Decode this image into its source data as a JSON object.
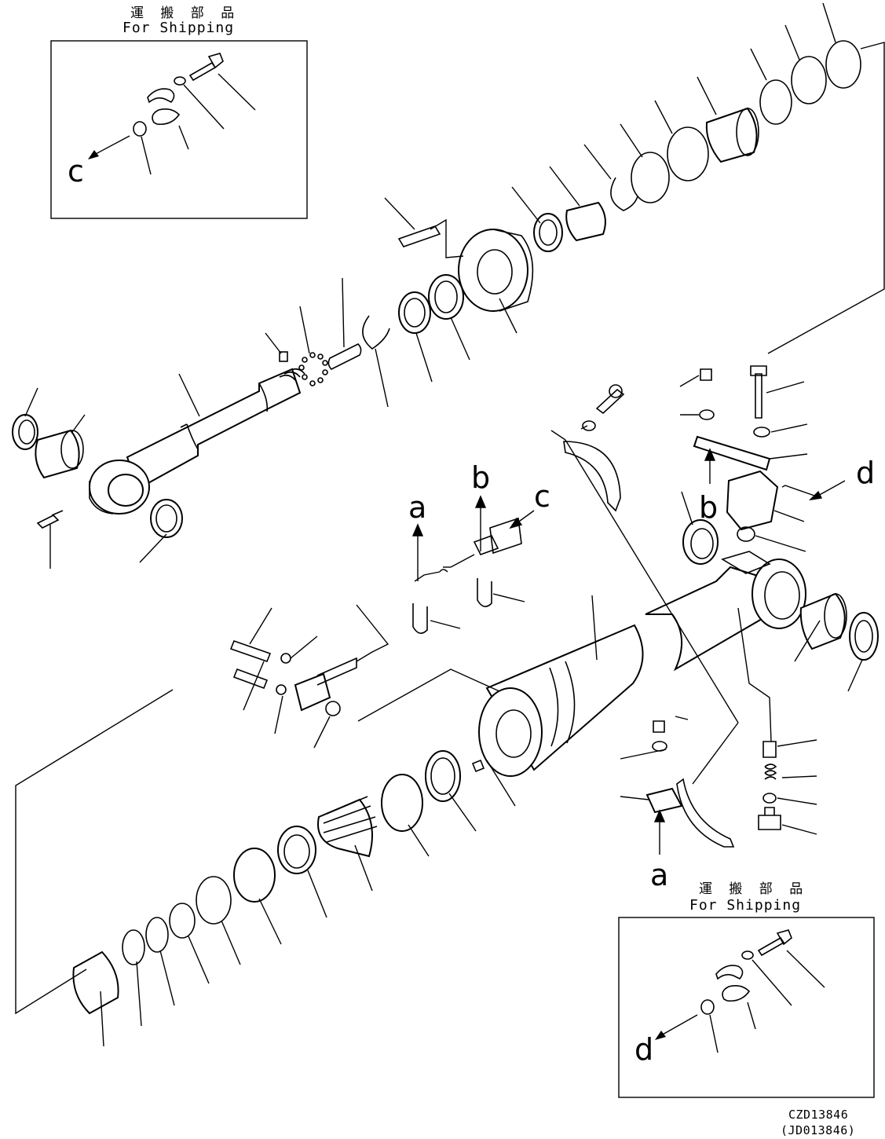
{
  "shipping_box_top": {
    "title_jp": "運 搬 部 品",
    "title_en": "For Shipping",
    "arrow_label": "c"
  },
  "shipping_box_bottom": {
    "title_jp": "運 搬 部 品",
    "title_en": "For Shipping",
    "arrow_label": "d"
  },
  "reference_labels": {
    "a_upper": "a",
    "b_upper": "b",
    "c_upper": "c",
    "b_mid": "b",
    "d_right": "d",
    "a_lower": "a"
  },
  "drawing_codes": {
    "primary": "CZD13846",
    "secondary": "(JD013846)"
  },
  "colors": {
    "line": "#000000",
    "background": "#ffffff"
  }
}
